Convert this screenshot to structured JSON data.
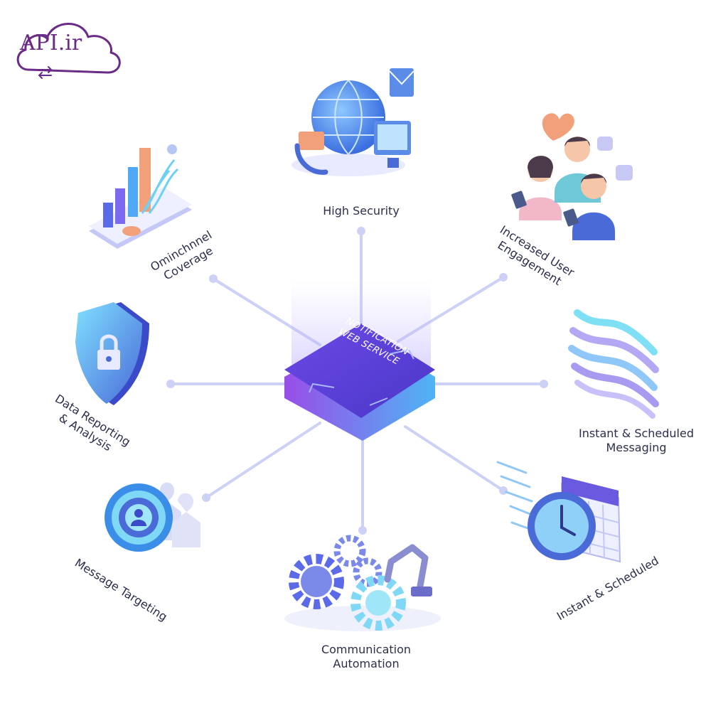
{
  "logo": {
    "text": "API.ir"
  },
  "hub": {
    "line1": "NOTIFICATION",
    "line2": "WEB SERVICE"
  },
  "nodes": {
    "high_security": {
      "label": "High Security"
    },
    "omnichannel": {
      "line1": "Ominchnnel",
      "line2": "Coverage"
    },
    "engagement": {
      "line1": "Increased User",
      "line2": "Engagement"
    },
    "data_reporting": {
      "line1": "Data Reporting",
      "line2": "& Analysis"
    },
    "instant_messaging": {
      "line1": "Instant & Scheduled",
      "line2": "Messaging"
    },
    "message_targeting": {
      "label": "Message Targeting"
    },
    "instant_scheduled": {
      "label": "Instant & Scheduled"
    },
    "automation": {
      "line1": "Communication",
      "line2": "Automation"
    }
  },
  "colors": {
    "accent": "#7b5cf0",
    "hub_top": "#5b3fd6",
    "hub_side": "#8f4dea",
    "line": "#c9cdf5",
    "logo": "#6a2c86",
    "text": "#2b2f4a"
  }
}
